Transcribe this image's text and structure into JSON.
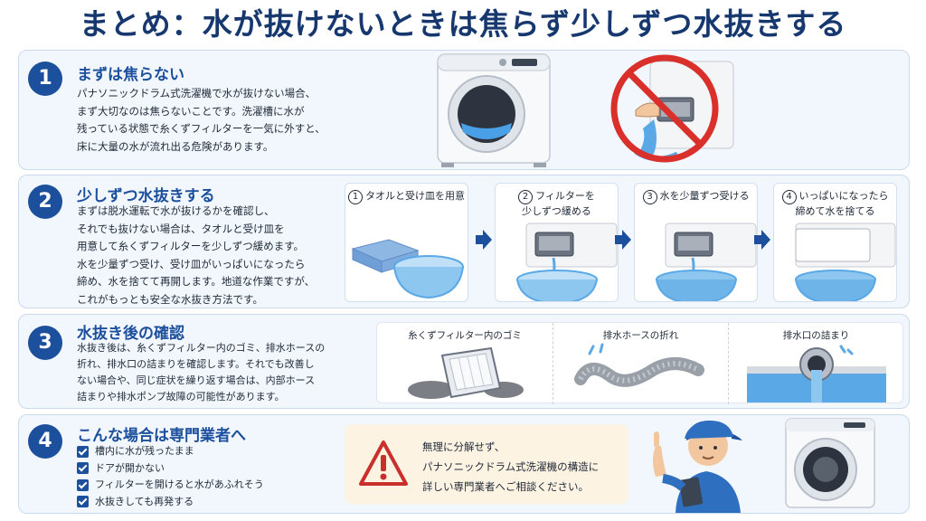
{
  "title": "まとめ：水が抜けないときは焦らず少しずつ水抜きする",
  "sections": [
    {
      "number": "1",
      "heading": "まずは焦らない",
      "body": [
        "パナソニックドラム式洗濯機で水が抜けない場合、",
        "まず大切なのは焦らないことです。洗濯槽に水が",
        "残っている状態で糸くずフィルターを一気に外すと、",
        "床に大量の水が流れ出る危険があります。"
      ],
      "icons": [
        "washing-machine-icon",
        "no-remove-filter-icon"
      ]
    },
    {
      "number": "2",
      "heading": "少しずつ水抜きする",
      "body": [
        "まずは脱水運転で水が抜けるかを確認し、",
        "それでも抜けない場合は、タオルと受け皿を",
        "用意して糸くずフィルターを少しずつ緩めます。",
        "水を少量ずつ受け、受け皿がいっぱいになったら",
        "締め、水を捨てて再開します。地道な作業ですが、",
        "これがもっとも安全な水抜き方法です。"
      ],
      "steps": [
        {
          "num": "1",
          "lines": [
            "タオルと受け皿を用意"
          ]
        },
        {
          "num": "2",
          "lines": [
            "フィルターを",
            "少しずつ緩める"
          ]
        },
        {
          "num": "3",
          "lines": [
            "水を少量ずつ受ける"
          ]
        },
        {
          "num": "4",
          "lines": [
            "いっぱいになったら",
            "締めて水を捨てる"
          ]
        }
      ]
    },
    {
      "number": "3",
      "heading": "水抜き後の確認",
      "body": [
        "水抜き後は、糸くずフィルター内のゴミ、排水ホースの",
        "折れ、排水口の詰まりを確認します。それでも改善し",
        "ない場合や、同じ症状を繰り返す場合は、内部ホース",
        "詰まりや排水ポンプ故障の可能性があります。"
      ],
      "checks": [
        "糸くずフィルター内のゴミ",
        "排水ホースの折れ",
        "排水口の詰まり"
      ]
    },
    {
      "number": "4",
      "heading": "こんな場合は専門業者へ",
      "checklist": [
        "槽内に水が残ったまま",
        "ドアが開かない",
        "フィルターを開けると水があふれそう",
        "水抜きしても再発する"
      ],
      "warning": [
        "無理に分解せず、",
        "パナソニックドラム式洗濯機の構造に",
        "詳しい専門業者へご相談ください。"
      ]
    }
  ],
  "colors": {
    "heading": "#16386f",
    "accent": "#1c4f9c",
    "panel": "#f2f7fd",
    "warn_bg": "#fdf3e3",
    "warn_icon": "#c9302c",
    "water": "#5aa8e6"
  }
}
